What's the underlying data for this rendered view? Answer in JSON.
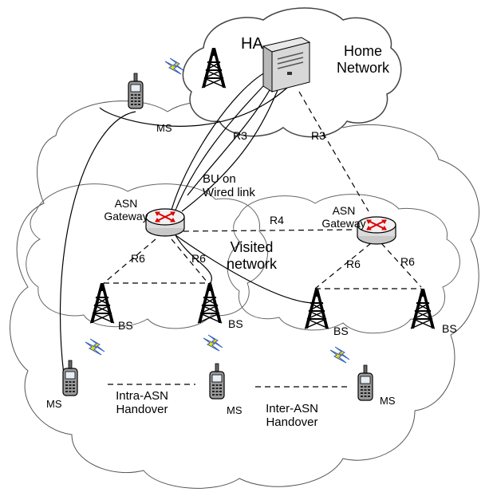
{
  "home": {
    "ha": "HA",
    "line1": "Home",
    "line2": "Network"
  },
  "links": {
    "r3_left": "R3",
    "r3_right": "R3",
    "r4": "R4",
    "r6_a": "R6",
    "r6_b": "R6",
    "r6_c": "R6",
    "r6_d": "R6"
  },
  "bu": {
    "line1": "BU on",
    "line2": "Wired link"
  },
  "visited": {
    "line1": "Visited",
    "line2": "network"
  },
  "asn_left": {
    "line1": "ASN",
    "line2": "Gateway"
  },
  "asn_right": {
    "line1": "ASN",
    "line2": "Gateway"
  },
  "bs_labels": [
    "BS",
    "BS",
    "BS",
    "BS"
  ],
  "ms_labels": [
    "MS",
    "MS",
    "MS",
    "MS"
  ],
  "intra": {
    "line1": "Intra-ASN",
    "line2": "Handover"
  },
  "inter": {
    "line1": "Inter-ASN",
    "line2": "Handover"
  },
  "colors": {
    "router_arrow": "#e00000",
    "wireless_bolt": "#ffd800",
    "bolt_outline": "#3060c0"
  },
  "icons": [
    "server-icon",
    "router-icon",
    "tower-icon",
    "phone-icon",
    "wireless-bolt-icon"
  ]
}
